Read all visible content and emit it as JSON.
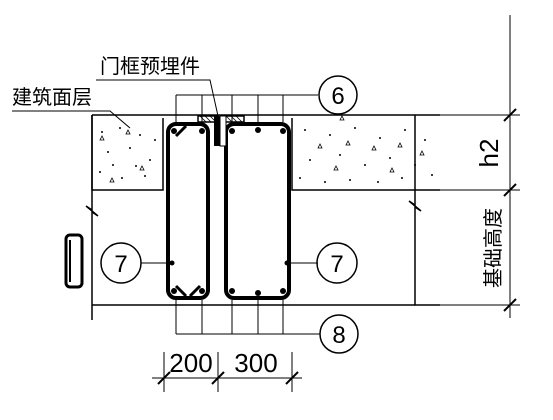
{
  "labels": {
    "floor_finish": "建筑面层",
    "door_frame_embed": "门框预埋件",
    "foundation_height": "基础高度"
  },
  "callouts": {
    "rebar_top": "6",
    "rebar_side_left": "7",
    "rebar_side_right": "7",
    "rebar_bottom": "8"
  },
  "dimensions": {
    "h2": "h2",
    "width_left": "200",
    "width_right": "300"
  }
}
